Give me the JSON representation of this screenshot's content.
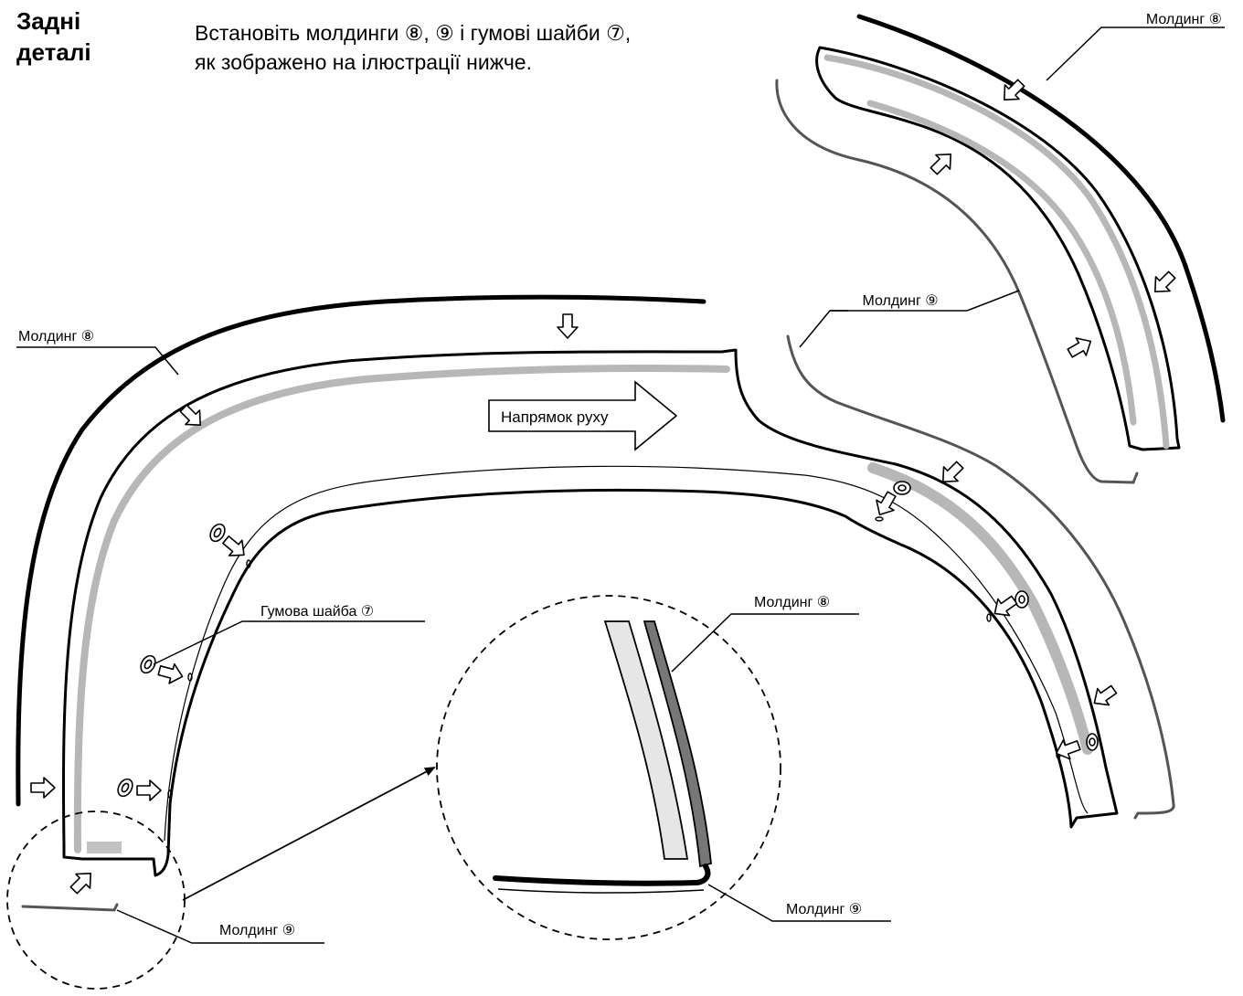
{
  "heading": {
    "line1": "Задні",
    "line2": "деталі"
  },
  "instruction": {
    "line1": "Встановіть молдинги ⑧, ⑨ і гумові шайби ⑦,",
    "line2": "як зображено на ілюстрації нижче."
  },
  "labels": {
    "molding8_topright": "Молдинг ⑧",
    "molding9_topright": "Молдинг ⑨",
    "molding8_left": "Молдинг ⑧",
    "direction": "Напрямок руху",
    "washer": "Гумова шайба ⑦",
    "molding8_zoom": "Молдинг ⑧",
    "molding9_zoom": "Молдинг ⑨",
    "molding9_bottom": "Молдинг ⑨"
  }
}
